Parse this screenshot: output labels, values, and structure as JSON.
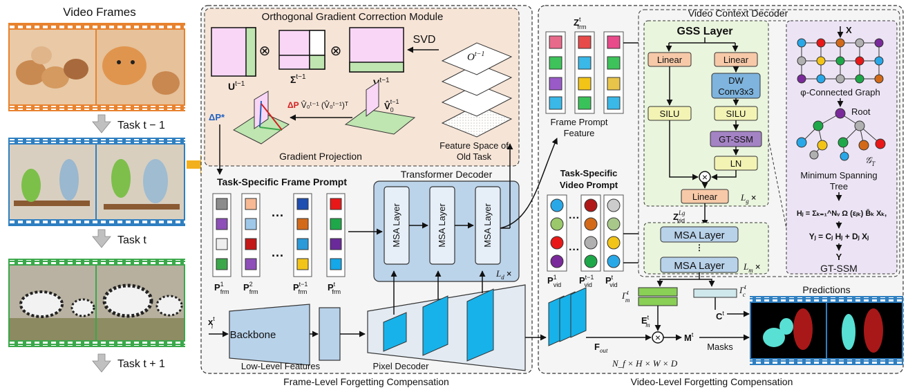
{
  "colors": {
    "task1_border": "#e8822e",
    "task2_border": "#2e7fc1",
    "task3_border": "#3aa84a",
    "ogcm_fill": "#f6e4d6",
    "transformer_fill": "#bcd4ea",
    "gss_fill": "#eaf5de",
    "gtssm_fill": "#ece4f4",
    "linear_fill": "#f7c9a8",
    "silu_fill": "#f3f3b4",
    "dwconv_fill": "#7eb4de",
    "gtssm_box_fill": "#a483c4",
    "ln_fill": "#f3f3b4",
    "msa_fill": "#b8d2ea",
    "arrow_yellow": "#f2b01e",
    "delta_red": "#d22020",
    "delta_blue": "#2060c0"
  },
  "left": {
    "title": "Video Frames",
    "task_prev": "Task t − 1",
    "task_cur": "Task t",
    "task_next": "Task t + 1"
  },
  "ogcm": {
    "title": "Orthogonal Gradient Correction Module",
    "svd": "SVD",
    "u": "U",
    "u_sup": "t−1",
    "sigma": "Σ",
    "sigma_sup": "t−1",
    "v": "V",
    "v_sup": "t−1",
    "o": "O",
    "o_sup": "t−1",
    "v0": "V̂",
    "v0_sub": "0",
    "v0_sup": "t−1",
    "delta_p_label": "ΔP",
    "delta_p_formula": "V̂₀ᵗ⁻¹ (V̂₀ᵗ⁻¹)ᵀ",
    "delta_p_star": "ΔP*",
    "gradient_projection": "Gradient Projection",
    "feature_space_line1": "Feature Space of",
    "feature_space_line2": "Old Task"
  },
  "frame": {
    "task_specific_frame_prompt": "Task-Specific Frame Prompt",
    "transformer_decoder": "Transformer Decoder",
    "msa_layer": "MSA Layer",
    "ld": "L",
    "ld_sub": "d",
    "times": "×",
    "dots": "···",
    "p": "P",
    "p_sub": "frm",
    "p_sup": [
      "1",
      "2",
      "t−1",
      "t"
    ],
    "xi": "x",
    "xi_sub": "i",
    "xi_sup": "t",
    "backbone": "Backbone",
    "low_level_features": "Low-Level Features",
    "pixel_decoder": "Pixel Decoder",
    "section_label": "Frame-Level Forgetting Compensation"
  },
  "video": {
    "z_frm": "Z",
    "z_frm_sub": "frm",
    "z_frm_sup": "t",
    "frame_prompt_feature_line1": "Frame Prompt",
    "frame_prompt_feature_line2": "Feature",
    "task_specific_video_prompt_line1": "Task-Specific",
    "task_specific_video_prompt_line2": "Video Prompt",
    "p_vid": "P",
    "p_vid_sub": "vid",
    "p_vid_sup": [
      "1",
      "t−1",
      "t"
    ],
    "z_vid": "Z",
    "z_vid_sub": "vid",
    "z_vid_sup": "Lg",
    "video_context_decoder": "Video Context Decoder",
    "gss_layer": "GSS Layer",
    "linear": "Linear",
    "dw_line1": "DW",
    "dw_line2": "Conv3x3",
    "silu": "SILU",
    "gt_ssm": "GT-SSM",
    "ln": "LN",
    "lg": "L",
    "lg_sub": "g",
    "lm": "L",
    "lm_sub": "m",
    "msa_layer": "MSA Layer",
    "graph_x": "X",
    "phi_graph": "φ-Connected Graph",
    "root": "Root",
    "g_t": "𝒢",
    "g_t_sub": "T",
    "mst_line1": "Minimum Spanning",
    "mst_line2": "Tree",
    "eq1": "Hⱼ = Σₖ₌₁^Nᵥ Ω (εⱼₖ) B̄ₖ Xₖ,",
    "eq2": "Yⱼ = Cⱼ Hⱼ + Dⱼ Xⱼ",
    "graph_y": "Y",
    "gt_ssm_label": "GT-SSM",
    "gamma_m": "Γ",
    "gamma_m_sub": "m",
    "gamma_m_sup": "t",
    "gamma_c": "Γ",
    "gamma_c_sub": "c",
    "gamma_c_sup": "t",
    "e_m": "E",
    "e_m_sub": "m",
    "e_m_sup": "t",
    "c_t": "C",
    "c_t_sup": "t",
    "m_t": "M",
    "m_t_sup": "t",
    "f_out": "F",
    "f_out_sub": "out",
    "dims": "N_f × H × W × D",
    "masks": "Masks",
    "predictions": "Predictions",
    "section_label": "Video-Level Forgetting Compensation"
  }
}
